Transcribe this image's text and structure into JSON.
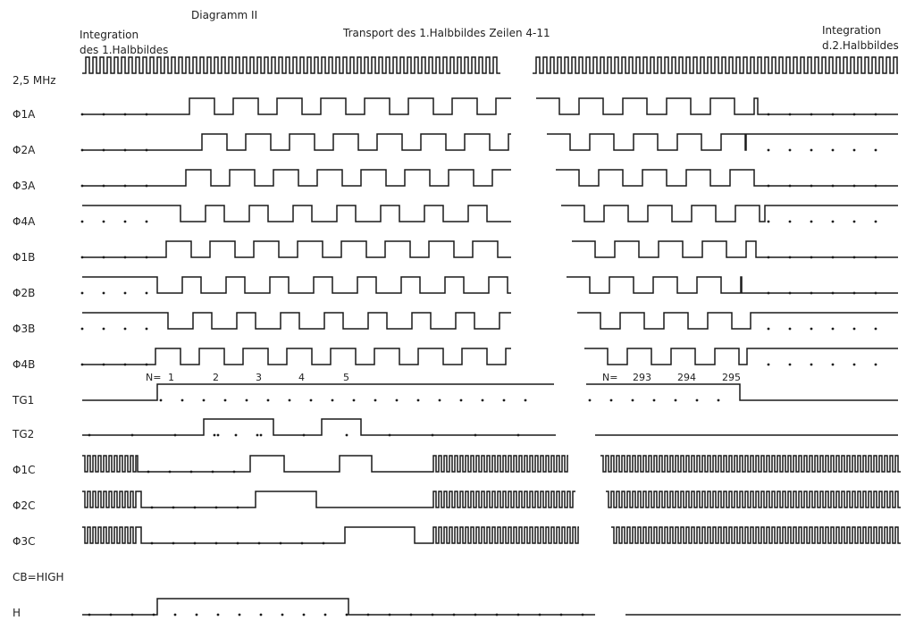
{
  "header": {
    "diagram_title": "Diagramm II",
    "center_title": "Transport des 1.Halbbildes Zeilen 4-11",
    "left_note_line1": "Integration",
    "left_note_line2": "des 1.Halbbildes",
    "right_note_line1": "Integration",
    "right_note_line2": "d.2.Halbbildes"
  },
  "signals": [
    {
      "id": "clk",
      "label": "2,5 MHz"
    },
    {
      "id": "p1a",
      "label": "Φ1A"
    },
    {
      "id": "p2a",
      "label": "Φ2A"
    },
    {
      "id": "p3a",
      "label": "Φ3A"
    },
    {
      "id": "p4a",
      "label": "Φ4A"
    },
    {
      "id": "p1b",
      "label": "Φ1B"
    },
    {
      "id": "p2b",
      "label": "Φ2B"
    },
    {
      "id": "p3b",
      "label": "Φ3B"
    },
    {
      "id": "p4b",
      "label": "Φ4B"
    },
    {
      "id": "tg1",
      "label": "TG1"
    },
    {
      "id": "tg2",
      "label": "TG2"
    },
    {
      "id": "p1c",
      "label": "Φ1C"
    },
    {
      "id": "p2c",
      "label": "Φ2C"
    },
    {
      "id": "p3c",
      "label": "Φ3C"
    },
    {
      "id": "cb",
      "label": "CB=HIGH"
    },
    {
      "id": "h",
      "label": "H"
    }
  ],
  "line_counts": {
    "left_prefix": "N=",
    "left": [
      "1",
      "2",
      "3",
      "4",
      "5"
    ],
    "right_prefix": "N=",
    "right": [
      "293",
      "294",
      "295"
    ]
  }
}
